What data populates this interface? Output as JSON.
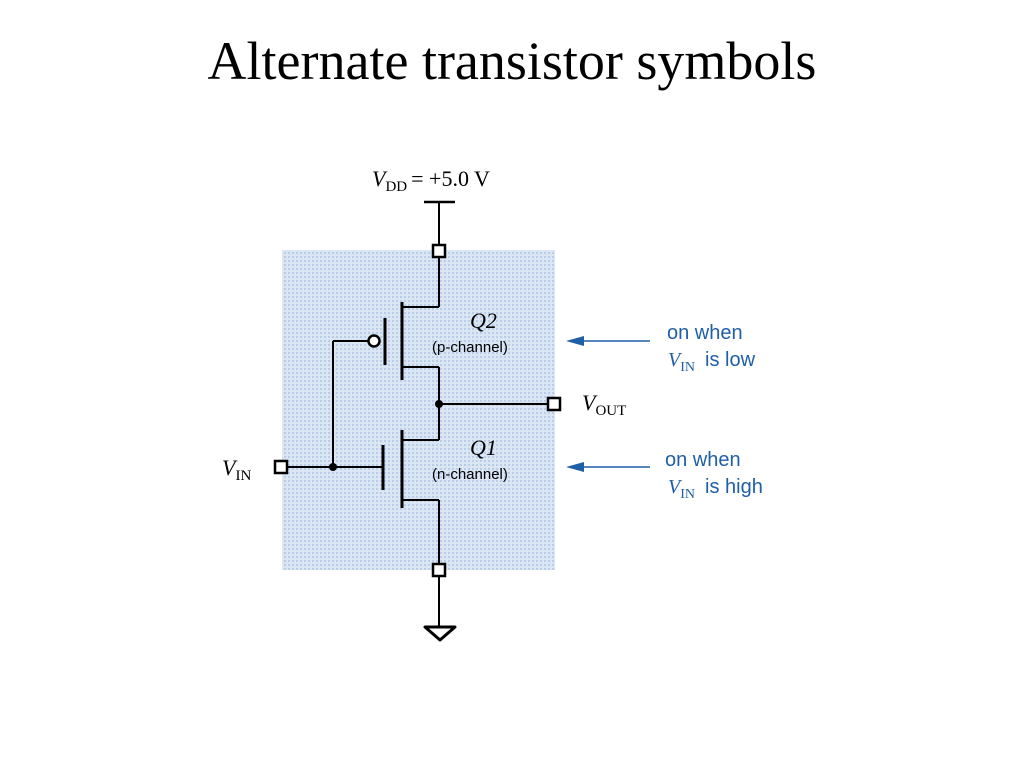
{
  "slide": {
    "title": "Alternate transistor symbols"
  },
  "circuit": {
    "vdd": {
      "symbol": "V",
      "subscript": "DD",
      "value": "= +5.0 V"
    },
    "q2": {
      "name": "Q2",
      "type": "(p-channel)"
    },
    "q1": {
      "name": "Q1",
      "type": "(n-channel)"
    },
    "vout": {
      "symbol": "V",
      "subscript": "OUT"
    },
    "vin": {
      "symbol": "V",
      "subscript": "IN"
    }
  },
  "annotations": {
    "q2_note": {
      "line1": "on when",
      "symbol": "V",
      "subscript": "IN",
      "tail": "is low"
    },
    "q1_note": {
      "line1": "on when",
      "symbol": "V",
      "subscript": "IN",
      "tail": "is high"
    }
  },
  "colors": {
    "shading": "#c9d9ef",
    "annotation": "#1f5fa8",
    "wire": "#000000"
  }
}
